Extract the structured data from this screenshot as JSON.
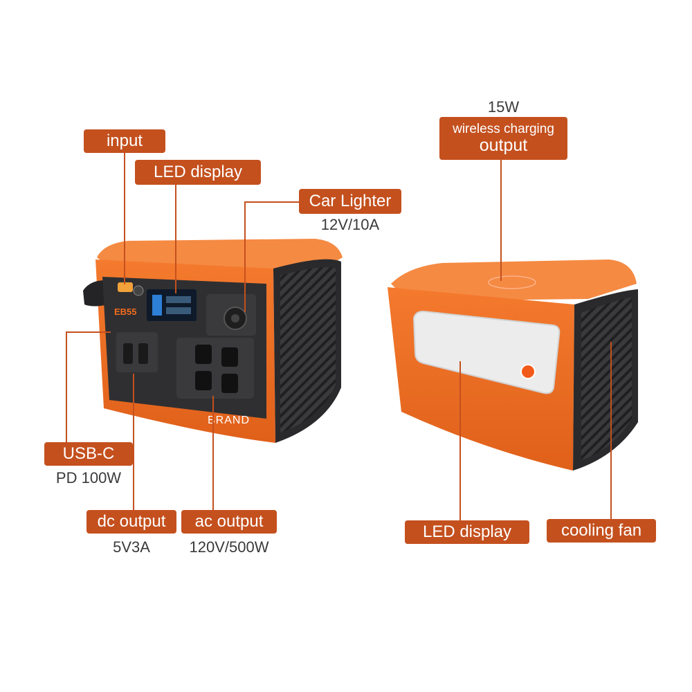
{
  "labels": {
    "input": "input",
    "led_display_front": "LED display",
    "car_lighter": "Car Lighter",
    "car_lighter_spec": "12V/10A",
    "usb_c": "USB-C",
    "usb_c_spec": "PD 100W",
    "dc_output": "dc output",
    "dc_output_spec": "5V3A",
    "ac_output": "ac output",
    "ac_output_spec": "120V/500W",
    "wireless_power": "15W",
    "wireless_top": "wireless charging",
    "wireless_bottom": "output",
    "led_display_back": "LED display",
    "cooling_fan": "cooling fan"
  },
  "device_text": {
    "model": "EB55",
    "brand": "BRAND"
  },
  "colors": {
    "accent": "#c4501e",
    "device_orange": "#f26b1d",
    "panel_dark": "#2f2f31"
  }
}
